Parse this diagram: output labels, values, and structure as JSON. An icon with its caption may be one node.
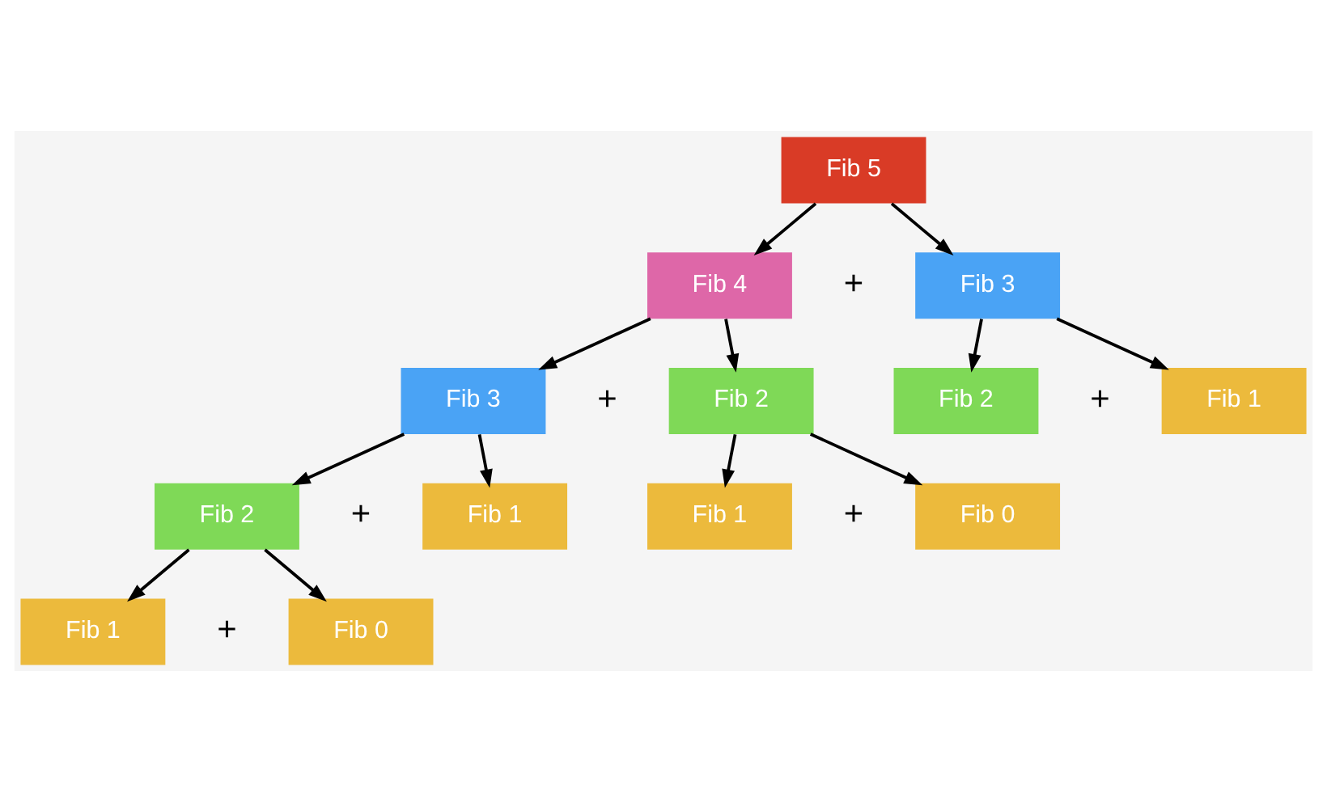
{
  "diagram": {
    "nodes": [
      {
        "text": [
          "Fib 5"
        ]
      },
      {
        "text": [
          "Fib 4"
        ]
      },
      {
        "text": [
          "Fib 3"
        ]
      },
      {
        "text": [
          "Fib 3"
        ]
      },
      {
        "text": [
          "Fib 2"
        ]
      },
      {
        "text": [
          "Fib 2"
        ]
      },
      {
        "text": [
          "Fib 1"
        ]
      },
      {
        "text": [
          "Fib 2"
        ]
      },
      {
        "text": [
          "Fib 1"
        ]
      },
      {
        "text": [
          "Fib 1"
        ]
      },
      {
        "text": [
          "Fib 0"
        ]
      },
      {
        "text": [
          "Fib 1"
        ]
      },
      {
        "text": [
          "Fib 0"
        ]
      }
    ],
    "edges": [
      {
        "from": 0,
        "to": 1,
        "arrow": "to"
      },
      {
        "from": 0,
        "to": 2,
        "arrow": "to"
      },
      {
        "from": 1,
        "to": 3,
        "arrow": "to"
      },
      {
        "from": 1,
        "to": 4,
        "arrow": "to"
      },
      {
        "from": 2,
        "to": 5,
        "arrow": "to"
      },
      {
        "from": 2,
        "to": 6,
        "arrow": "to"
      },
      {
        "from": 3,
        "to": 7,
        "arrow": "to"
      },
      {
        "from": 3,
        "to": 8,
        "arrow": "to"
      },
      {
        "from": 4,
        "to": 9,
        "arrow": "to"
      },
      {
        "from": 4,
        "to": 10,
        "arrow": "to"
      },
      {
        "from": 7,
        "to": 11,
        "arrow": "to"
      },
      {
        "from": 7,
        "to": 12,
        "arrow": "to"
      }
    ],
    "labels": [
      "+",
      "+",
      "+",
      "+",
      "+",
      "+"
    ]
  }
}
